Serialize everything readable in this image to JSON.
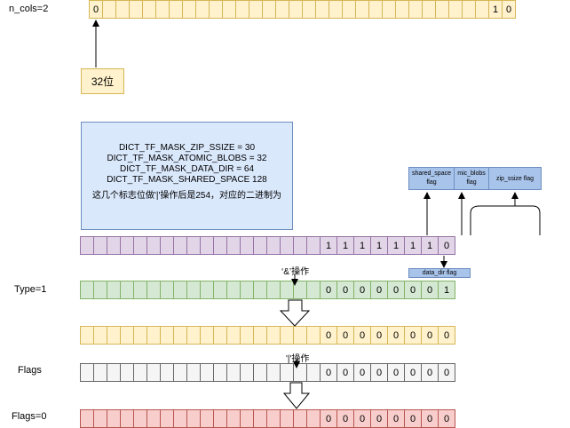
{
  "labels": {
    "n_cols": "n_cols=2",
    "type": "Type=1",
    "flags": "Flags",
    "flags0": "Flags=0"
  },
  "box_32": "32位",
  "info": {
    "lines": [
      "DICT_TF_MASK_ZIP_SSIZE = 30",
      "DICT_TF_MASK_ATOMIC_BLOBS = 32",
      "DICT_TF_MASK_DATA_DIR = 64",
      "DICT_TF_MASK_SHARED_SPACE  128"
    ],
    "note": "这几个标志位做'|'操作后是254，对应的二进制为"
  },
  "flag_labels": {
    "shared_space": [
      "shared_space",
      "flag"
    ],
    "atomic_blobs": [
      "mic_blobs",
      "flag"
    ],
    "zip_ssize": "zip_ssize flag",
    "data_dir": "data_dir flag"
  },
  "operators": {
    "and": "‘&’操作",
    "or": "'|'操作"
  },
  "rows": {
    "n_cols": {
      "cells": 32,
      "left_value": "0",
      "right_values": [
        "1",
        "0"
      ]
    },
    "mask": {
      "cells": 26,
      "right_values": [
        "1",
        "1",
        "1",
        "1",
        "1",
        "1",
        "1",
        "0"
      ]
    },
    "type": {
      "cells": 26,
      "right_values": [
        "0",
        "0",
        "0",
        "0",
        "0",
        "0",
        "0",
        "1"
      ]
    },
    "result": {
      "cells": 26,
      "right_values": [
        "0",
        "0",
        "0",
        "0",
        "0",
        "0",
        "0",
        "0"
      ]
    },
    "flags": {
      "cells": 26,
      "right_values": [
        "0",
        "0",
        "0",
        "0",
        "0",
        "0",
        "0",
        "0"
      ]
    },
    "flags0": {
      "cells": 26,
      "right_values": [
        "0",
        "0",
        "0",
        "0",
        "0",
        "0",
        "0",
        "0"
      ]
    }
  },
  "colors": {
    "yellow": "#fff2cc",
    "purple": "#e1d5e7",
    "green": "#d5e8d4",
    "grey": "#f5f5f5",
    "red": "#f8cecc",
    "blue": "#dae8fc",
    "flag_blue": "#a9c4eb"
  }
}
